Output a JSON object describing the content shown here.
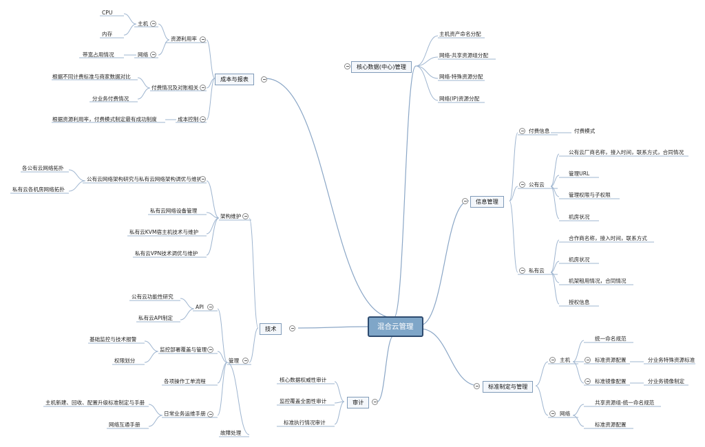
{
  "mindmap": {
    "root": "混合云管理",
    "n": {
      "cost": "成本与报表",
      "cost_res": "资源利用率",
      "cost_res_host": "主机",
      "cost_res_host_cpu": "CPU",
      "cost_res_host_mem": "内存",
      "cost_res_net": "网络",
      "cost_res_net_bw": "带宽占用情况",
      "cost_pay": "付费情况及对账相关",
      "cost_pay_cmp": "根据不同计费标准与商家数据对比",
      "cost_pay_biz": "分业务付费情况",
      "cost_ctrl": "成本控制",
      "cost_ctrl_item": "根据资源利用率，付费模式制定最有成功制度",
      "core": "核心数据(中心)管理",
      "core_host": "主机资产命名分配",
      "core_share": "网络-共享资源组分配",
      "core_special": "网络-特殊资源分配",
      "core_ip": "网络(IP)资源分配",
      "info": "信息管理",
      "info_pay": "付费信息",
      "info_pay_mode": "付费模式",
      "info_pub": "公有云",
      "info_pub_vendor": "公有云厂商名称，接入时间，联系方式，合同情况",
      "info_pub_url": "管理URL",
      "info_pub_perm": "管理权限与子权限",
      "info_pub_room": "机房状况",
      "info_priv": "私有云",
      "info_priv_partner": "合作商名称，接入时间，联系方式",
      "info_priv_room": "机房状况",
      "info_priv_rack": "机架租用情况，合同情况",
      "info_priv_auth": "授权信息",
      "std": "标准制定与管理",
      "std_host": "主机",
      "std_host_name": "统一命名规范",
      "std_host_cfg": "标准资源配置",
      "std_host_cfg_biz": "分业务特殊资源标准",
      "std_host_img": "标准镜像配置",
      "std_host_img_biz": "分业务镜像制定",
      "std_net": "网络",
      "std_net_share": "共享资源组-统一命名规范",
      "std_net_cfg": "标准资源配置",
      "audit": "审计",
      "audit_core": "核心数据权威性审计",
      "audit_cover": "监控覆盖全面性审计",
      "audit_std": "标准执行情况审计",
      "tech": "技术",
      "tech_arch": "架构维护",
      "tech_arch_study": "公有云网络架构研究与私有云网络架构调优与维护",
      "tech_arch_pub_topo": "各公有云网络拓扑",
      "tech_arch_priv_topo": "私有云各机房网络拓扑",
      "tech_arch_dev": "私有云网络设备管理",
      "tech_arch_kvm": "私有云KVM宿主机技术与维护",
      "tech_arch_vpn": "私有云VPN技术调优与维护",
      "tech_mgmt": "管理",
      "tech_api": "API",
      "tech_api_study": "公有云功能性研究",
      "tech_api_priv": "私有云API制定",
      "tech_mon": "监控部署覆盖与管理",
      "tech_mon_base": "基础监控与技术报警",
      "tech_mon_perm": "权限划分",
      "tech_ticket": "各项操作工单流程",
      "tech_daily": "日常业务运维手册",
      "tech_daily_new": "主机新建、回收、配置升级标准制定与手册",
      "tech_daily_net": "网络互通手册",
      "tech_fault": "故障处理"
    }
  }
}
